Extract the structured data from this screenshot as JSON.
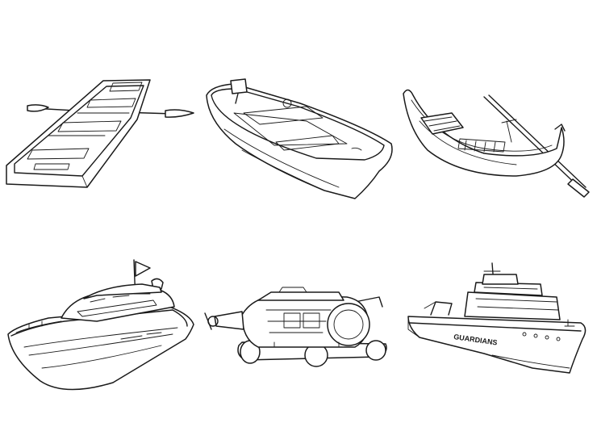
{
  "illustrations": [
    {
      "name": "rowboat",
      "icon": "rowboat-icon"
    },
    {
      "name": "motor-boat",
      "icon": "motor-boat-icon"
    },
    {
      "name": "gondola",
      "icon": "gondola-icon"
    },
    {
      "name": "yacht",
      "icon": "yacht-icon"
    },
    {
      "name": "submarine",
      "icon": "submarine-icon"
    },
    {
      "name": "patrol-ship",
      "icon": "patrol-ship-icon",
      "hull_text": "GUARDIANS"
    }
  ],
  "colors": {
    "line": "#1a1a1a",
    "background": "#ffffff"
  }
}
